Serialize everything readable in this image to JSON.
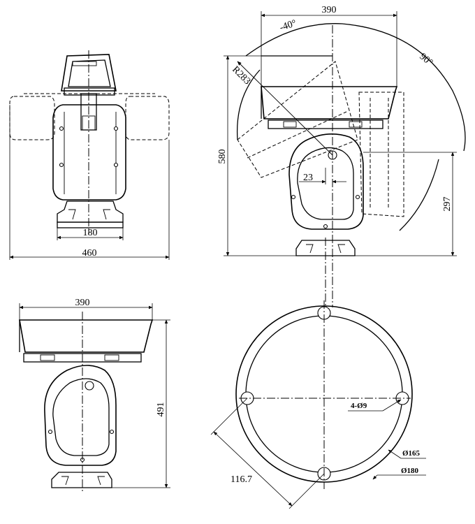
{
  "dimensions": {
    "front_width_total": "460",
    "front_base_width": "180",
    "side_housing_width": "390",
    "side_height_total": "580",
    "side_pivot_height": "297",
    "side_offset": "23",
    "side_radius": "R283",
    "tilt_up": "-40°",
    "tilt_down": "90°",
    "lower_housing_width": "390",
    "lower_height_total": "491",
    "base_holes": "4-Ø9",
    "base_inner_dia": "Ø165",
    "base_outer_dia": "Ø180",
    "base_hole_spacing": "116.7"
  }
}
